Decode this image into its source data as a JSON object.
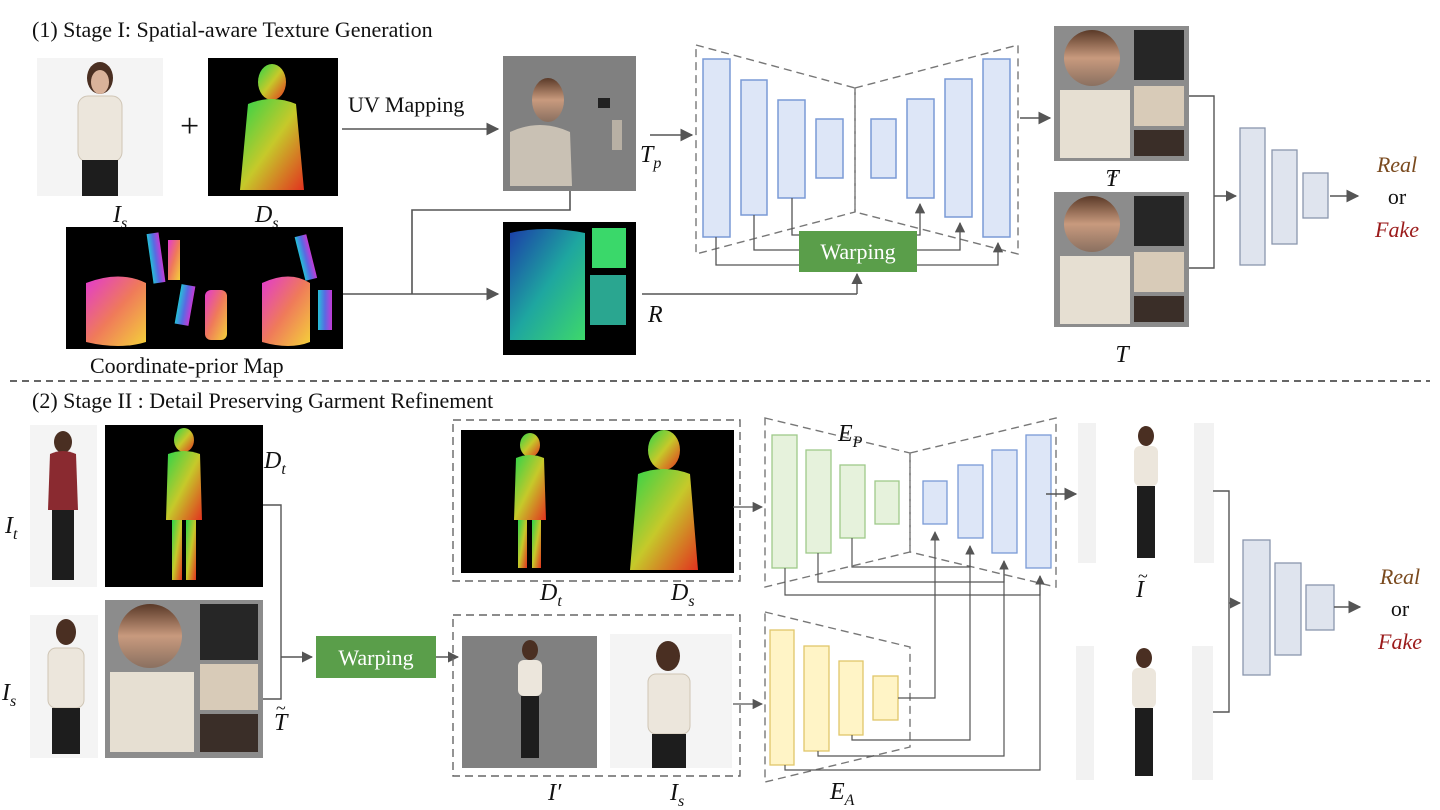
{
  "stage1": {
    "title": "(1) Stage I: Spatial-aware Texture Generation",
    "plus": "+",
    "uv_mapping": "UV Mapping",
    "coord_map": "Coordinate-prior Map",
    "labels": {
      "Is_base": "I",
      "Is_sub": "s",
      "Ds_base": "D",
      "Ds_sub": "s",
      "Tp_base": "T",
      "Tp_sub": "p",
      "R": "R",
      "Ttilde": "T",
      "T": "T"
    },
    "warping": "Warping",
    "real": "Real",
    "or": "or",
    "fake": "Fake"
  },
  "stage2": {
    "title": "(2) Stage II : Detail Preserving Garment Refinement",
    "labels": {
      "Dt_base": "D",
      "Dt_sub": "t",
      "It_base": "I",
      "It_sub": "t",
      "Is_base": "I",
      "Is_sub": "s",
      "Ttilde": "T",
      "Dt2_base": "D",
      "Dt2_sub": "t",
      "Ds2_base": "D",
      "Ds2_sub": "s",
      "Iprime": "I′",
      "Is2_base": "I",
      "Is2_sub": "s",
      "EP_base": "E",
      "EP_sub": "P",
      "EA_base": "E",
      "EA_sub": "A",
      "Itilde": "I"
    },
    "warping": "Warping",
    "real": "Real",
    "or": "or",
    "fake": "Fake"
  },
  "colors": {
    "warp_green": "#5a9e4a",
    "unet_blue": "#dde6f7",
    "unet_blue_stroke": "#7a9ad6",
    "disc_fill": "#dfe4ee",
    "disc_stroke": "#8a96ad",
    "enc_green": "#e6f2dc",
    "enc_yellow": "#fff4c6"
  }
}
